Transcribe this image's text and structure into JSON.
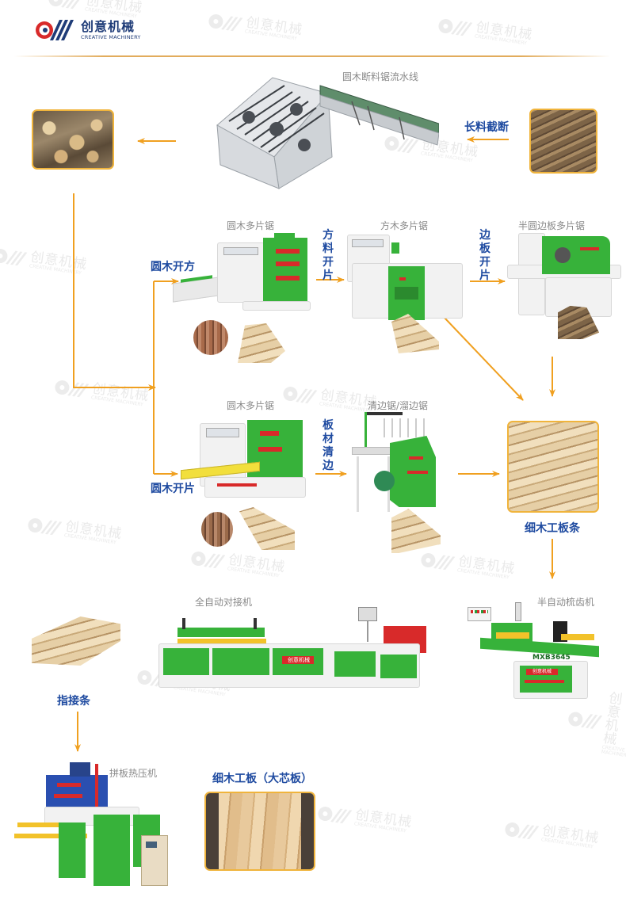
{
  "header": {
    "brand_cn": "创意机械",
    "brand_en": "CREATIVE MACHINERY"
  },
  "watermark": {
    "cn": "创意机械",
    "en": "CREATIVE MACHINERY"
  },
  "colors": {
    "arrow": "#f0a020",
    "label_blue": "#1e4aa0",
    "caption_grey": "#8a8a8a",
    "photo_border": "#f0b43c",
    "machine_green": "#37b23a",
    "brand_navy": "#1f3c78",
    "brand_red": "#d82a2a"
  },
  "flow": {
    "row1": {
      "raw_logs_label": "长料截断",
      "crosscut_line": "圆木断料锯流水线"
    },
    "branch_square": {
      "step_label": "圆木开方",
      "machine1": "圆木多片锯",
      "step2_label": "方料开片",
      "machine2": "方木多片锯",
      "step3_label": "边板开片",
      "machine3": "半圆边板多片锯"
    },
    "branch_slice": {
      "step_label": "圆木开片",
      "machine1": "圆木多片锯",
      "step2_label": "板材清边",
      "machine2": "清边锯/溜边锯"
    },
    "strips": {
      "label": "细木工板条"
    },
    "finger_joint": {
      "tenoner": "半自动梳齿机",
      "tenoner_model": "MXB3645",
      "jointer": "全自动对接机",
      "product_label": "指接条"
    },
    "press": {
      "machine": "拼板热压机",
      "final_label": "细木工板（大芯板）"
    },
    "machine_plate_text": "创意机械"
  }
}
